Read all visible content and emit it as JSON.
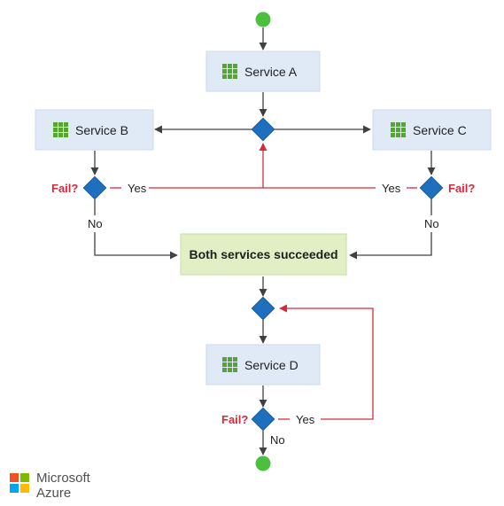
{
  "nodes": {
    "service_a": "Service A",
    "service_b": "Service B",
    "service_c": "Service C",
    "service_d": "Service D",
    "both_succeeded": "Both services succeeded"
  },
  "edge_labels": {
    "fail": "Fail?",
    "yes": "Yes",
    "no": "No"
  },
  "brand": {
    "line1": "Microsoft",
    "line2": "Azure"
  },
  "colors": {
    "start_end": "#4dbf3f",
    "decision": "#1f6fbf",
    "service_fill": "#dfeaf6",
    "success_fill": "#e2efc4",
    "retry_line": "#d42a3c",
    "fail_label": "#d42a3c"
  },
  "icons": {
    "service": "grid-icon",
    "decision": "diamond-icon"
  }
}
